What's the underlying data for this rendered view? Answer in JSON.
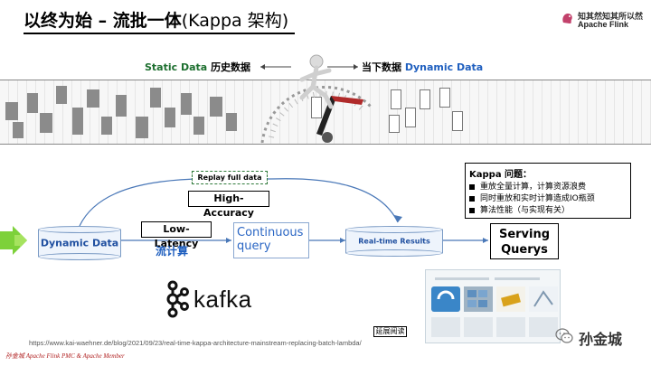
{
  "header": {
    "title_main": "以终为始 – 流批一体",
    "title_sub": "(Kappa 架构)",
    "brand_top": "知其然知其所以然",
    "brand_bottom": "Apache Flink"
  },
  "banner": {
    "static_en": "Static Data",
    "static_cn": "历史数据",
    "dynamic_cn": "当下数据",
    "dynamic_en": "Dynamic Data"
  },
  "diagram": {
    "replay": "Replay full data",
    "high_accuracy": "High-Accuracy",
    "low_latency": "Low-Latency",
    "stream_calc": "流计算",
    "dynamic_data": "Dynamic Data",
    "continuous_query_line1": "Continuous",
    "continuous_query_line2": "query",
    "realtime_results": "Real-time Results",
    "serving_line1": "Serving",
    "serving_line2": "Querys"
  },
  "kappa": {
    "title": "Kappa 问题：",
    "items": [
      "重放全量计算，计算资源浪费",
      "同时重放和实时计算造成IO瓶颈",
      "算法性能（与实现有关）"
    ]
  },
  "kafka_label": "kafka",
  "footer": {
    "read_more": "延展阅读",
    "url": "https://www.kai-waehner.de/blog/2021/09/23/real-time-kappa-architecture-mainstream-replacing-batch-lambda/",
    "credit": "孙金城 Apache Flink PMC & Apache Member",
    "wechat_name": "孙金城"
  },
  "colors": {
    "green": "#1d6f2f",
    "blue": "#1f5fbf",
    "cyl_border": "#7a9ac4"
  }
}
